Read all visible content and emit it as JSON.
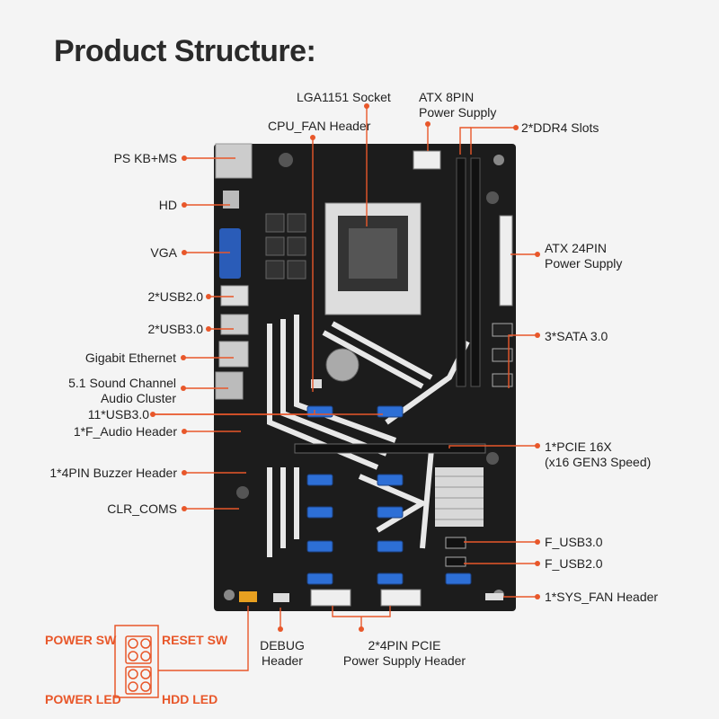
{
  "title": "Product Structure:",
  "labels": {
    "lga": "LGA1151 Socket",
    "atx8": [
      "ATX 8PIN",
      "Power Supply"
    ],
    "cpu_fan": "CPU_FAN Header",
    "ddr4": "2*DDR4 Slots",
    "ps_kbms": "PS KB+MS",
    "hd": "HD",
    "vga": "VGA",
    "usb20": "2*USB2.0",
    "atx24": [
      "ATX 24PIN",
      "Power Supply"
    ],
    "usb30": "2*USB3.0",
    "sata": "3*SATA 3.0",
    "ethernet": "Gigabit Ethernet",
    "audio": [
      "5.1 Sound Channel",
      "Audio Cluster"
    ],
    "usb11": "11*USB3.0",
    "f_audio": "1*F_Audio Header",
    "pcie16": [
      "1*PCIE 16X",
      "(x16 GEN3 Speed)"
    ],
    "buzzer": "1*4PIN Buzzer Header",
    "clr": "CLR_COMS",
    "f_usb30": "F_USB3.0",
    "f_usb20": "F_USB2.0",
    "sys_fan": "1*SYS_FAN Header",
    "debug": [
      "DEBUG",
      "Header"
    ],
    "pcie4": [
      "2*4PIN PCIE",
      "Power Supply Header"
    ]
  },
  "front_panel": {
    "power_sw": "POWER SW",
    "reset_sw": "RESET SW",
    "power_led": "POWER LED",
    "hdd_led": "HDD  LED"
  },
  "colors": {
    "accent": "#e8572a",
    "board": "#1c1c1c",
    "usb_blue": "#2d6fd6",
    "vga_blue": "#2a5cb8"
  }
}
